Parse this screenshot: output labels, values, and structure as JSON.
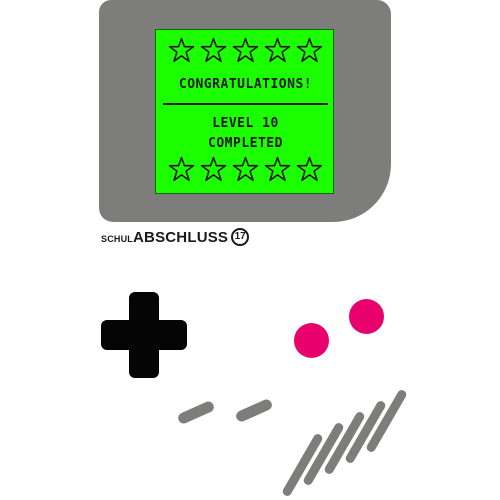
{
  "colors": {
    "bezel": "#7d7e7b",
    "screen": "#1cff00",
    "dpad": "#050505",
    "buttons": "#e8006d",
    "pills": "#7d7e7b",
    "speaker": "#7d7e7b"
  },
  "screen": {
    "headline": "CONGRATULATIONS!",
    "line1": "LEVEL 10",
    "line2": "COMPLETED",
    "top_star_count": 5,
    "bottom_star_count": 5,
    "star_icon": "star-outline-icon"
  },
  "brand": {
    "prefix": "SCHUL",
    "main": "ABSCHLUSS",
    "badge": "17"
  },
  "controls": {
    "dpad_icon": "dpad-icon",
    "button_icons": [
      "b-button",
      "a-button"
    ],
    "pill_icons": [
      "select-pill",
      "start-pill"
    ]
  }
}
